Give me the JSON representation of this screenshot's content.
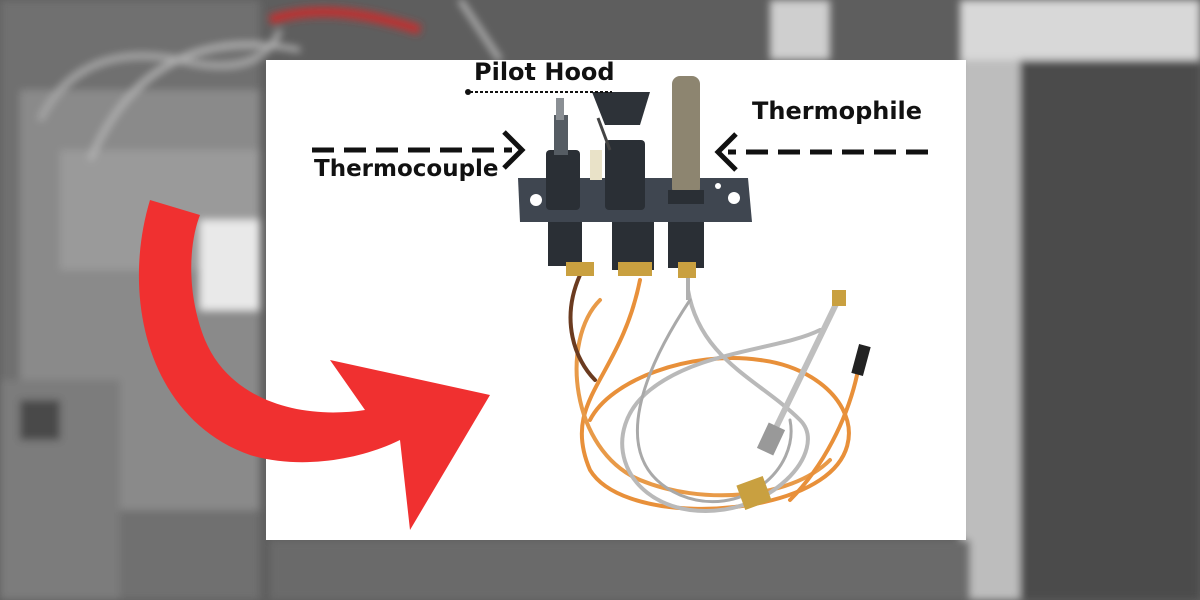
{
  "labels": {
    "thermocouple": "Thermocouple",
    "pilot_hood": "Pilot Hood",
    "thermophile": "Thermophile"
  },
  "colors": {
    "arrow": "#f03030",
    "panel": "#ffffff",
    "copper_tube": "#e8903a",
    "steel_tube": "#b9b9b9"
  }
}
